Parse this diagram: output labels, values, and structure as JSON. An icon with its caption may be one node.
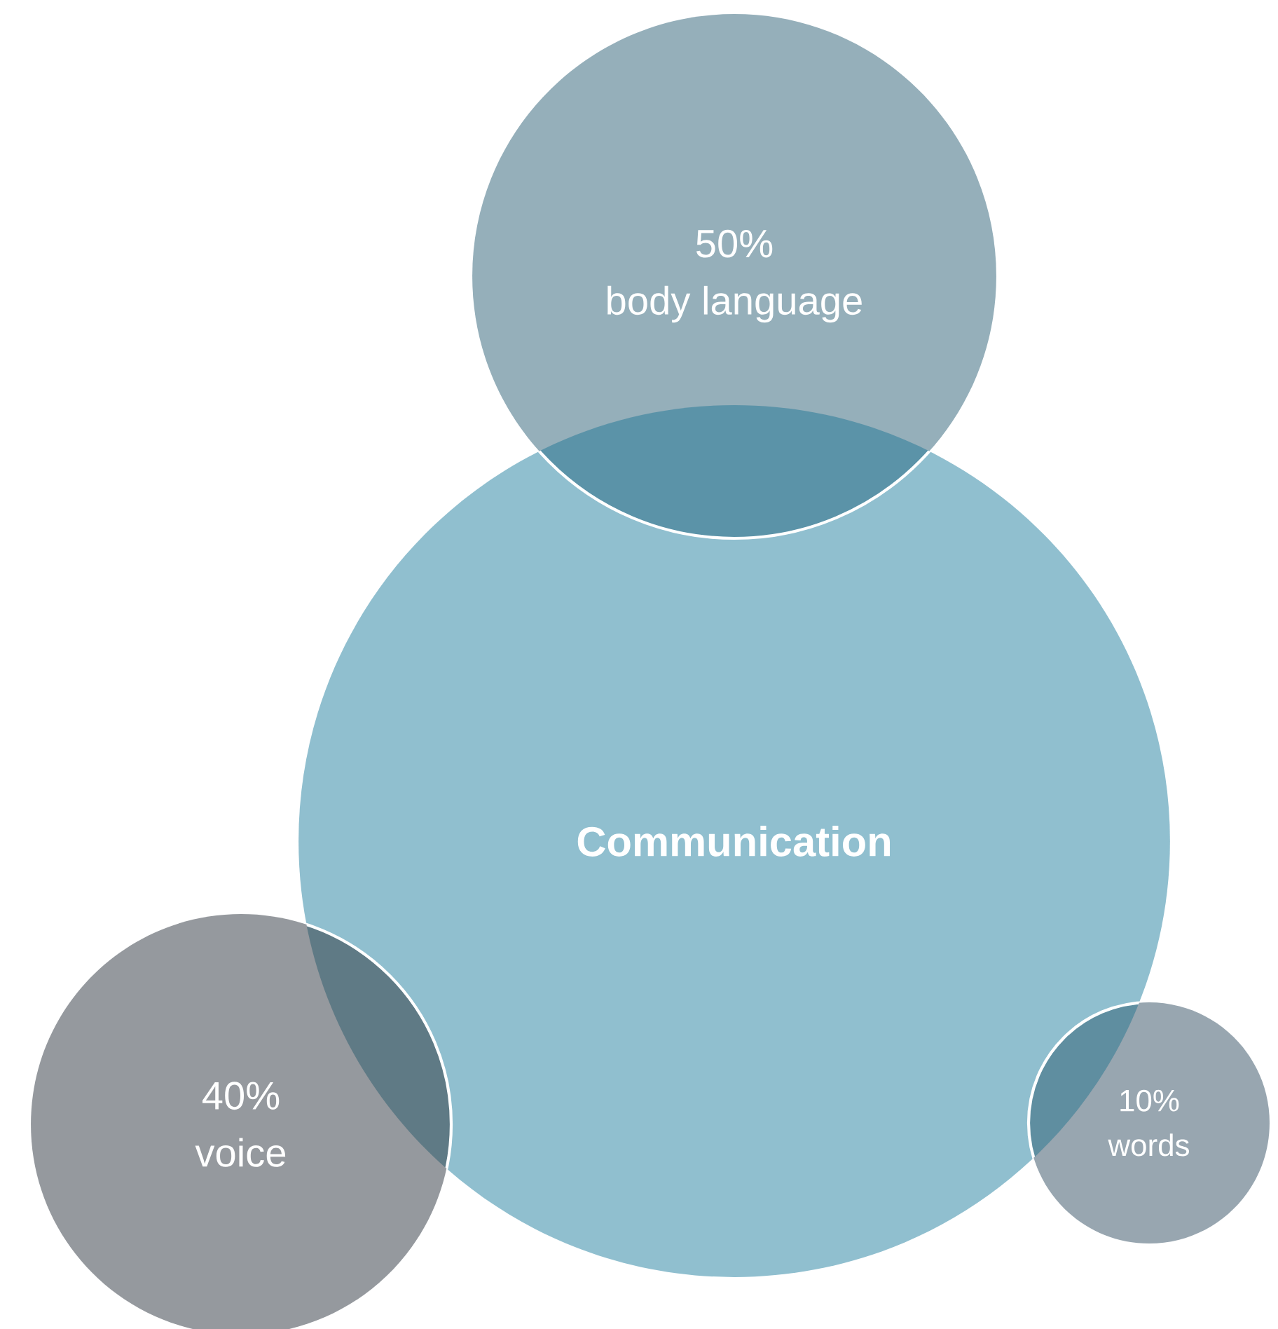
{
  "diagram": {
    "nodes": [
      {
        "text": [
          "Communication"
        ]
      },
      {
        "text": [
          "50%",
          "body language"
        ]
      },
      {
        "text": [
          "40%",
          "voice"
        ]
      },
      {
        "text": [
          "10%",
          "words"
        ]
      }
    ]
  }
}
